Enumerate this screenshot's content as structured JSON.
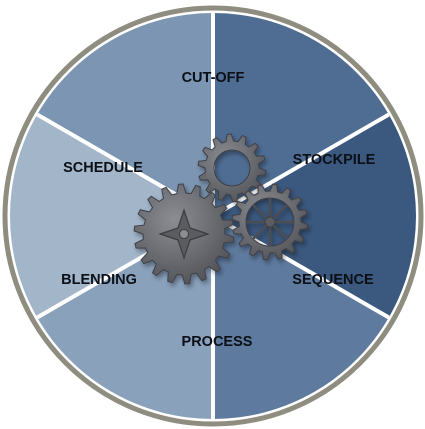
{
  "wheel": {
    "segments": [
      {
        "label": "CUT-OFF",
        "color": "#a2b5c9"
      },
      {
        "label": "STOCKPILE",
        "color": "#7b95b2"
      },
      {
        "label": "SEQUENCE",
        "color": "#4f6d93"
      },
      {
        "label": "PROCESS",
        "color": "#3b587e"
      },
      {
        "label": "BLENDING",
        "color": "#5e7a9e"
      },
      {
        "label": "SCHEDULE",
        "color": "#8aa1bc"
      }
    ],
    "ring_color": "#8f8c80",
    "divider_color": "#ffffff",
    "gear_color": "#66686d",
    "center_icons": [
      "large-compass-gear-icon",
      "small-gear-icon",
      "wheel-gear-icon"
    ]
  }
}
